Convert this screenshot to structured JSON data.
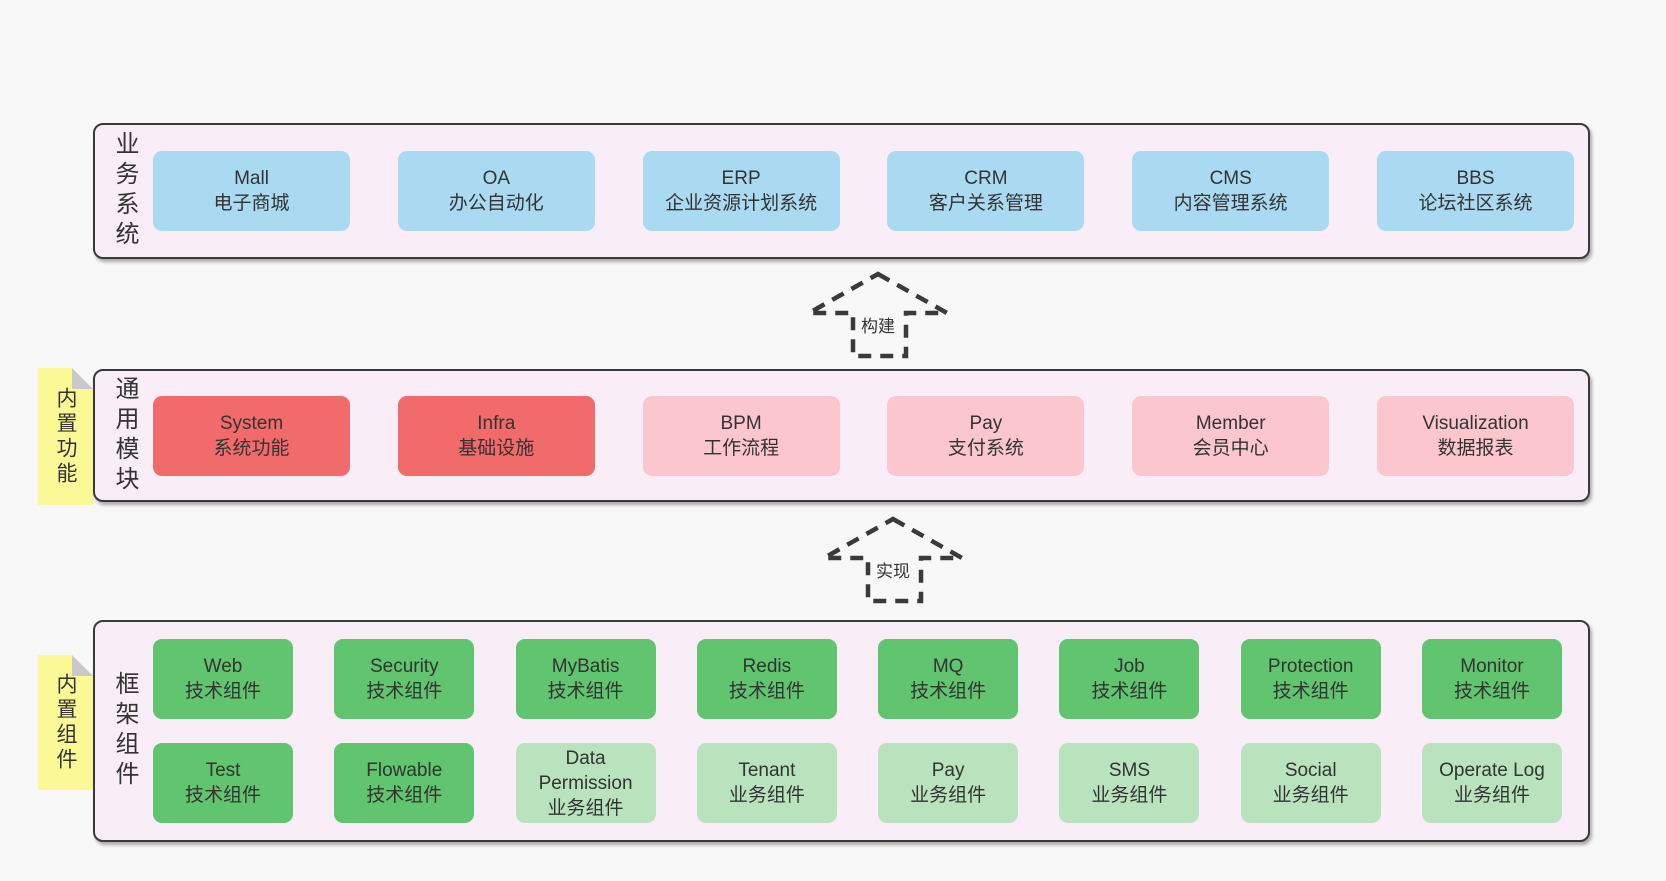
{
  "colors": {
    "page_bg": "#f8f8f8",
    "band_bg": "#f9eef8",
    "band_border": "#3a3a3a",
    "blue": "#a9daf2",
    "red": "#f26b6b",
    "pink": "#fcc6ce",
    "green_dark": "#61c46e",
    "green_light": "#b9e3bd",
    "note_yellow": "#fbf996",
    "note_fold": "#c9c9c9",
    "text": "#333333"
  },
  "arrows": [
    {
      "label": "构建"
    },
    {
      "label": "实现"
    }
  ],
  "bands": [
    {
      "label": "业务系统",
      "rows": [
        [
          {
            "title": "Mall",
            "subtitle": "电子商城",
            "color": "blue"
          },
          {
            "title": "OA",
            "subtitle": "办公自动化",
            "color": "blue"
          },
          {
            "title": "ERP",
            "subtitle": "企业资源计划系统",
            "color": "blue"
          },
          {
            "title": "CRM",
            "subtitle": "客户关系管理",
            "color": "blue"
          },
          {
            "title": "CMS",
            "subtitle": "内容管理系统",
            "color": "blue"
          },
          {
            "title": "BBS",
            "subtitle": "论坛社区系统",
            "color": "blue"
          }
        ]
      ]
    },
    {
      "label": "通用模块",
      "note": "内置功能",
      "rows": [
        [
          {
            "title": "System",
            "subtitle": "系统功能",
            "color": "red"
          },
          {
            "title": "Infra",
            "subtitle": "基础设施",
            "color": "red"
          },
          {
            "title": "BPM",
            "subtitle": "工作流程",
            "color": "pink"
          },
          {
            "title": "Pay",
            "subtitle": "支付系统",
            "color": "pink"
          },
          {
            "title": "Member",
            "subtitle": "会员中心",
            "color": "pink"
          },
          {
            "title": "Visualization",
            "subtitle": "数据报表",
            "color": "pink"
          }
        ]
      ]
    },
    {
      "label": "框架组件",
      "note": "内置组件",
      "rows": [
        [
          {
            "title": "Web",
            "subtitle": "技术组件",
            "color": "green_dark"
          },
          {
            "title": "Security",
            "subtitle": "技术组件",
            "color": "green_dark"
          },
          {
            "title": "MyBatis",
            "subtitle": "技术组件",
            "color": "green_dark"
          },
          {
            "title": "Redis",
            "subtitle": "技术组件",
            "color": "green_dark"
          },
          {
            "title": "MQ",
            "subtitle": "技术组件",
            "color": "green_dark"
          },
          {
            "title": "Job",
            "subtitle": "技术组件",
            "color": "green_dark"
          },
          {
            "title": "Protection",
            "subtitle": "技术组件",
            "color": "green_dark"
          },
          {
            "title": "Monitor",
            "subtitle": "技术组件",
            "color": "green_dark"
          }
        ],
        [
          {
            "title": "Test",
            "subtitle": "技术组件",
            "color": "green_dark"
          },
          {
            "title": "Flowable",
            "subtitle": "技术组件",
            "color": "green_dark"
          },
          {
            "title": "Data Permission",
            "subtitle": "业务组件",
            "color": "green_light"
          },
          {
            "title": "Tenant",
            "subtitle": "业务组件",
            "color": "green_light"
          },
          {
            "title": "Pay",
            "subtitle": "业务组件",
            "color": "green_light"
          },
          {
            "title": "SMS",
            "subtitle": "业务组件",
            "color": "green_light"
          },
          {
            "title": "Social",
            "subtitle": "业务组件",
            "color": "green_light"
          },
          {
            "title": "Operate Log",
            "subtitle": "业务组件",
            "color": "green_light"
          }
        ]
      ]
    }
  ]
}
